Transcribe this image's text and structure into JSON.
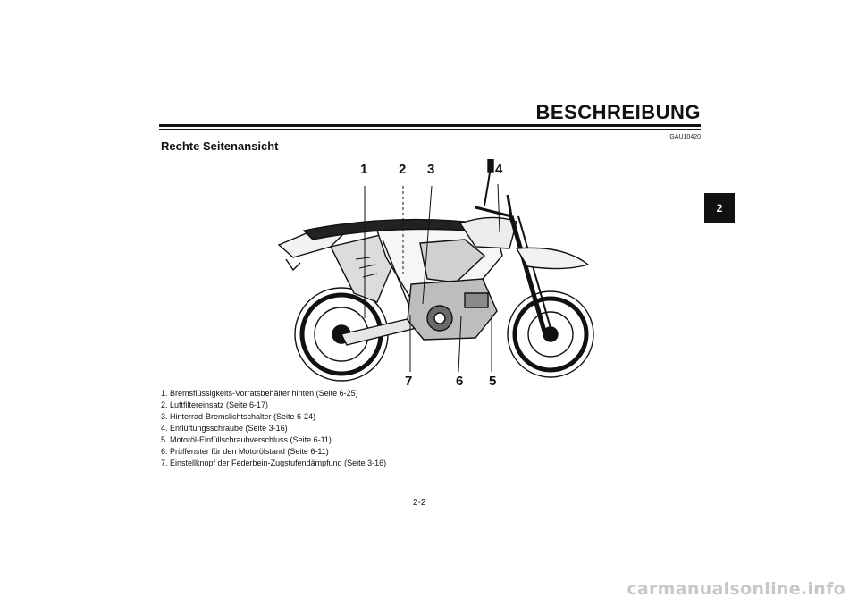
{
  "header": {
    "chapter_title": "BESCHREIBUNG",
    "section_code": "GAU10420",
    "section_title": "Rechte Seitenansicht",
    "chapter_tab": "2"
  },
  "figure": {
    "callouts": [
      "1",
      "2",
      "3",
      "4",
      "5",
      "6",
      "7"
    ]
  },
  "legend": [
    "1. Bremsflüssigkeits-Vorratsbehälter hinten (Seite 6-25)",
    "2. Luftfiltereinsatz (Seite 6-17)",
    "3. Hinterrad-Bremslichtschalter (Seite 6-24)",
    "4. Entlüftungsschraube (Seite 3-16)",
    "5. Motoröl-Einfüllschraubverschluss (Seite 6-11)",
    "6. Prüffenster für den Motorölstand (Seite 6-11)",
    "7. Einstellknopf der Federbein-Zugstufendämpfung (Seite 3-16)"
  ],
  "footer": {
    "page_number": "2-2",
    "watermark": "carmanualsonline.info"
  }
}
